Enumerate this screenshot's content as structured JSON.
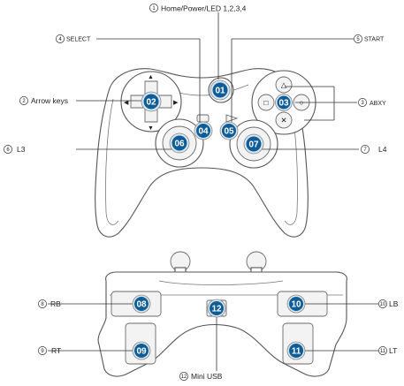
{
  "colors": {
    "badge": "#0f5d97",
    "badge_outer": "#d7e6f2",
    "line": "#333333"
  },
  "callouts": [
    {
      "index": "1",
      "text": "Home/Power/LED 1,2,3,4"
    },
    {
      "index": "2",
      "text": "Arrow keys"
    },
    {
      "index": "3",
      "text": "ABXY"
    },
    {
      "index": "4",
      "text": "SELECT"
    },
    {
      "index": "5",
      "text": "START"
    },
    {
      "index": "6",
      "text": "L3"
    },
    {
      "index": "7",
      "text": "L4"
    },
    {
      "index": "8",
      "text": "RB"
    },
    {
      "index": "9",
      "text": "RT"
    },
    {
      "index": "10",
      "text": "LB"
    },
    {
      "index": "11",
      "text": "LT"
    },
    {
      "index": "12",
      "text": "Mini USB"
    }
  ],
  "badges": [
    "01",
    "02",
    "03",
    "04",
    "05",
    "06",
    "07",
    "08",
    "09",
    "10",
    "11",
    "12"
  ],
  "face_symbols": {
    "triangle": "△",
    "square": "□",
    "circle": "○",
    "cross": "✕"
  }
}
